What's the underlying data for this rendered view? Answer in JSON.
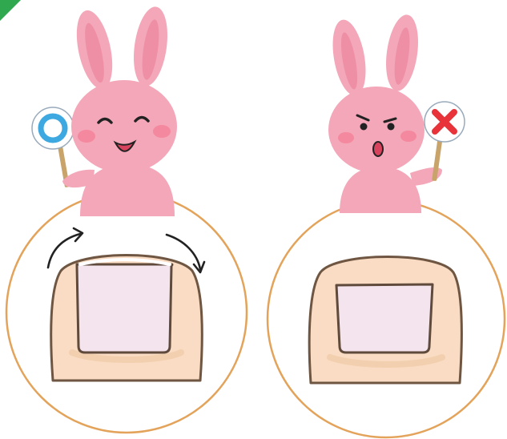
{
  "colors": {
    "corner_badge": "#2fa84f",
    "rabbit_body": "#f3a7b8",
    "rabbit_inner_ear": "#ee8fa6",
    "rabbit_cheek": "#f46f8a",
    "circle_frame": "#e3a35a",
    "finger_skin": "#f9dcc3",
    "finger_outline": "#6e5642",
    "nail_fill": "#f3e4ee",
    "nail_outline": "#5f4a3c",
    "ok_sign_ring": "#3ea8e0",
    "ng_sign_cross": "#e8333a",
    "arrow": "#222222"
  },
  "panels": [
    {
      "verdict": "good",
      "sign_icon": "maru-circle-icon",
      "rabbit_expression": "happy",
      "nail_shape": "square-cut-with-rounded-corners",
      "arrows": "curved-arrows-over-nail-corners"
    },
    {
      "verdict": "bad",
      "sign_icon": "batsu-cross-icon",
      "rabbit_expression": "angry",
      "nail_shape": "cut-too-short-square",
      "arrows": "none"
    }
  ]
}
